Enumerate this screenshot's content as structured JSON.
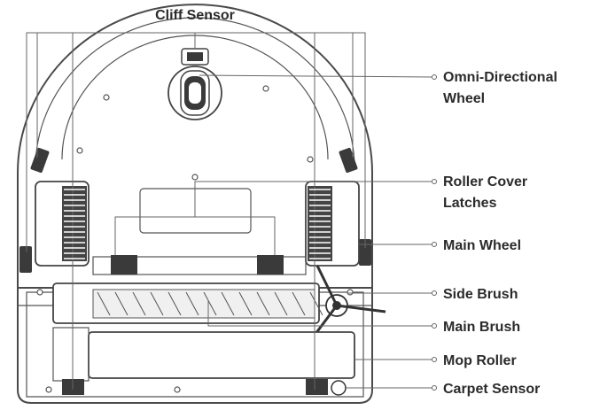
{
  "diagram": {
    "labels": {
      "cliff_sensor": "Cliff Sensor",
      "omni_wheel_line1": "Omni-Directional",
      "omni_wheel_line2": "Wheel",
      "roller_latches_line1": "Roller Cover",
      "roller_latches_line2": "Latches",
      "main_wheel": "Main Wheel",
      "side_brush": "Side Brush",
      "main_brush": "Main Brush",
      "mop_roller": "Mop Roller",
      "carpet_sensor": "Carpet Sensor"
    },
    "colors": {
      "outline": "#4a4a4a",
      "text": "#2b2b2b",
      "wheel_tread": "#333333"
    }
  }
}
